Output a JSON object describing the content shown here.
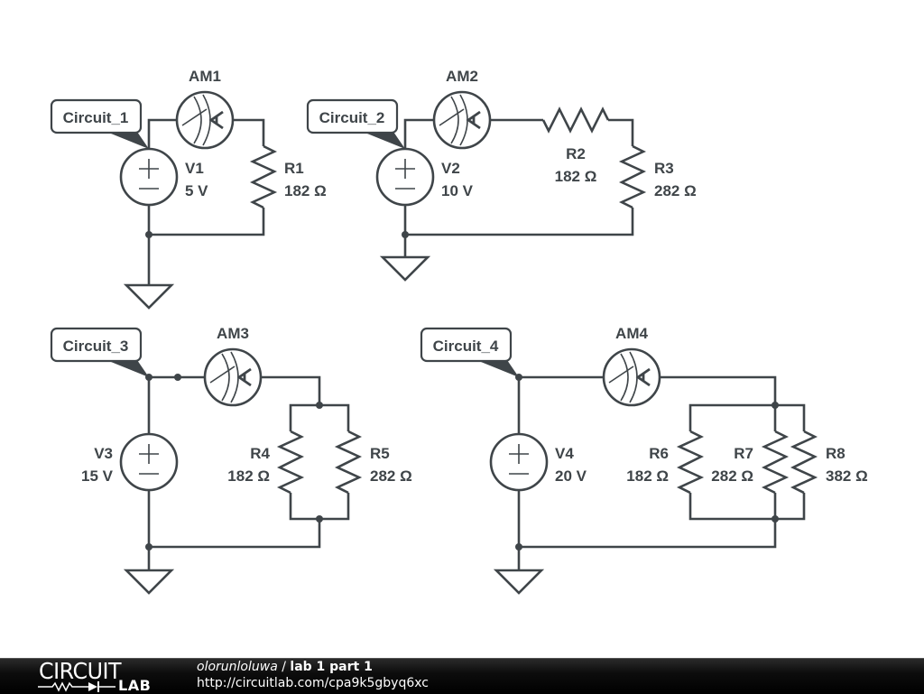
{
  "circuits": [
    {
      "name": "Circuit_1",
      "ammeter": "AM1",
      "source": {
        "name": "V1",
        "value": "5 V"
      },
      "resistors": [
        {
          "name": "R1",
          "value": "182 Ω"
        }
      ]
    },
    {
      "name": "Circuit_2",
      "ammeter": "AM2",
      "source": {
        "name": "V2",
        "value": "10 V"
      },
      "resistors": [
        {
          "name": "R2",
          "value": "182 Ω"
        },
        {
          "name": "R3",
          "value": "282 Ω"
        }
      ]
    },
    {
      "name": "Circuit_3",
      "ammeter": "AM3",
      "source": {
        "name": "V3",
        "value": "15 V"
      },
      "resistors": [
        {
          "name": "R4",
          "value": "182 Ω"
        },
        {
          "name": "R5",
          "value": "282 Ω"
        }
      ]
    },
    {
      "name": "Circuit_4",
      "ammeter": "AM4",
      "source": {
        "name": "V4",
        "value": "20 V"
      },
      "resistors": [
        {
          "name": "R6",
          "value": "182 Ω"
        },
        {
          "name": "R7",
          "value": "282 Ω"
        },
        {
          "name": "R8",
          "value": "382 Ω"
        }
      ]
    }
  ],
  "footer": {
    "logo_top": "CIRCUIT",
    "logo_bottom": "LAB",
    "user": "olorunloluwa",
    "separator": " / ",
    "title": "lab 1 part 1",
    "url": "http://circuitlab.com/cpa9k5gbyq6xc"
  },
  "colors": {
    "ink": "#3f4549",
    "footer_bg": "#000000",
    "footer_text": "#ffffff"
  }
}
